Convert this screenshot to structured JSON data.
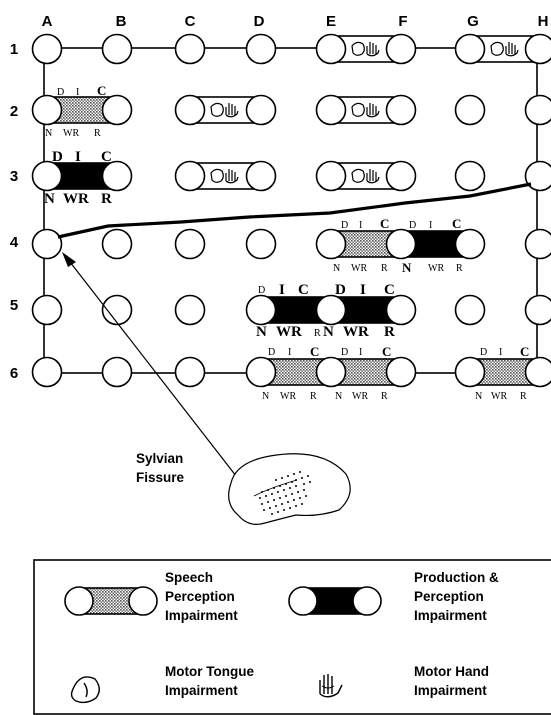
{
  "columns": [
    "A",
    "B",
    "C",
    "D",
    "E",
    "F",
    "G",
    "H"
  ],
  "rows": [
    "1",
    "2",
    "3",
    "4",
    "5",
    "6"
  ],
  "pair_labels": {
    "top": [
      "D",
      "I",
      "C"
    ],
    "bottom": [
      "N",
      "WR",
      "R"
    ]
  },
  "annotation": {
    "line1": "Sylvian",
    "line2": "Fissure"
  },
  "legend": {
    "speech": [
      "Speech",
      "Perception",
      "Impairment"
    ],
    "production": [
      "Production &",
      "Perception",
      "Impairment"
    ],
    "tongue": [
      "Motor Tongue",
      "Impairment"
    ],
    "hand": [
      "Motor Hand",
      "Impairment"
    ]
  },
  "colors": {
    "ink": "#000000",
    "stipple": "#a9a9a9",
    "paper": "#ffffff"
  }
}
